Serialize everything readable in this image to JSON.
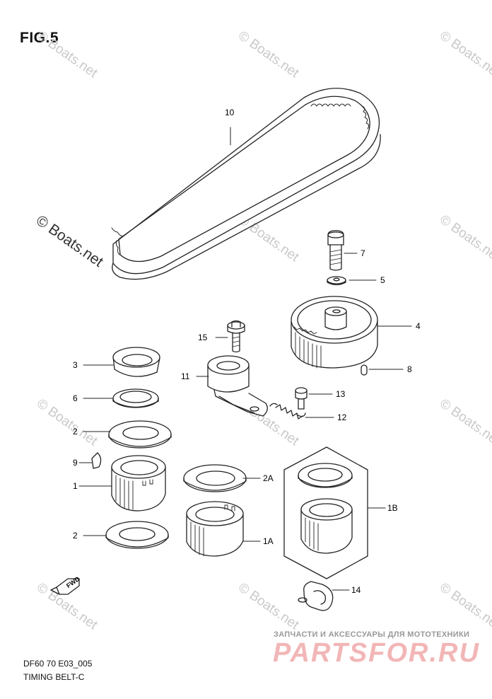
{
  "figure": {
    "title": "FIG.5"
  },
  "watermark": {
    "text": "© Boats.net"
  },
  "callouts": [
    {
      "id": "c10",
      "label": "10"
    },
    {
      "id": "c7",
      "label": "7"
    },
    {
      "id": "c5",
      "label": "5"
    },
    {
      "id": "c4",
      "label": "4"
    },
    {
      "id": "c8",
      "label": "8"
    },
    {
      "id": "c15",
      "label": "15"
    },
    {
      "id": "c11",
      "label": "11"
    },
    {
      "id": "c13",
      "label": "13"
    },
    {
      "id": "c12",
      "label": "12"
    },
    {
      "id": "c3",
      "label": "3"
    },
    {
      "id": "c6",
      "label": "6"
    },
    {
      "id": "c2a",
      "label": "2"
    },
    {
      "id": "c9",
      "label": "9"
    },
    {
      "id": "c1",
      "label": "1"
    },
    {
      "id": "c2b",
      "label": "2"
    },
    {
      "id": "c2A",
      "label": "2A"
    },
    {
      "id": "c1A",
      "label": "1A"
    },
    {
      "id": "c1B",
      "label": "1B"
    },
    {
      "id": "c14",
      "label": "14"
    }
  ],
  "fwd_label": "FWD",
  "footer": {
    "code": "DF60 70 E03_005",
    "name": "TIMING BELT-C"
  },
  "branding": {
    "tagline": "ЗАПЧАСТИ И АКСЕССУАРЫ ДЛЯ МОТОТЕХНИКИ",
    "logo": "PARTSFOR.RU"
  }
}
